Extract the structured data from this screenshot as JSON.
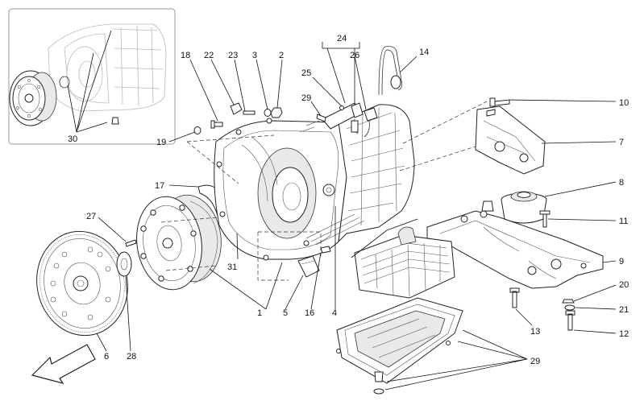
{
  "diagram": {
    "callouts": [
      {
        "id": "c1",
        "text": "1"
      },
      {
        "id": "c2",
        "text": "2"
      },
      {
        "id": "c3",
        "text": "3"
      },
      {
        "id": "c4",
        "text": "4"
      },
      {
        "id": "c5",
        "text": "5"
      },
      {
        "id": "c6",
        "text": "6"
      },
      {
        "id": "c7",
        "text": "7"
      },
      {
        "id": "c8",
        "text": "8"
      },
      {
        "id": "c9",
        "text": "9"
      },
      {
        "id": "c10",
        "text": "10"
      },
      {
        "id": "c11",
        "text": "11"
      },
      {
        "id": "c12",
        "text": "12"
      },
      {
        "id": "c13",
        "text": "13"
      },
      {
        "id": "c14",
        "text": "14"
      },
      {
        "id": "c16",
        "text": "16"
      },
      {
        "id": "c17",
        "text": "17"
      },
      {
        "id": "c18",
        "text": "18"
      },
      {
        "id": "c19",
        "text": "19"
      },
      {
        "id": "c20",
        "text": "20"
      },
      {
        "id": "c21",
        "text": "21"
      },
      {
        "id": "c22",
        "text": "22"
      },
      {
        "id": "c23",
        "text": "23"
      },
      {
        "id": "c24",
        "text": "24"
      },
      {
        "id": "c25",
        "text": "25"
      },
      {
        "id": "c26",
        "text": "26"
      },
      {
        "id": "c27",
        "text": "27"
      },
      {
        "id": "c28",
        "text": "28"
      },
      {
        "id": "c29a",
        "text": "29"
      },
      {
        "id": "c29b",
        "text": "29"
      },
      {
        "id": "c30",
        "text": "30"
      },
      {
        "id": "c31",
        "text": "31"
      }
    ]
  }
}
